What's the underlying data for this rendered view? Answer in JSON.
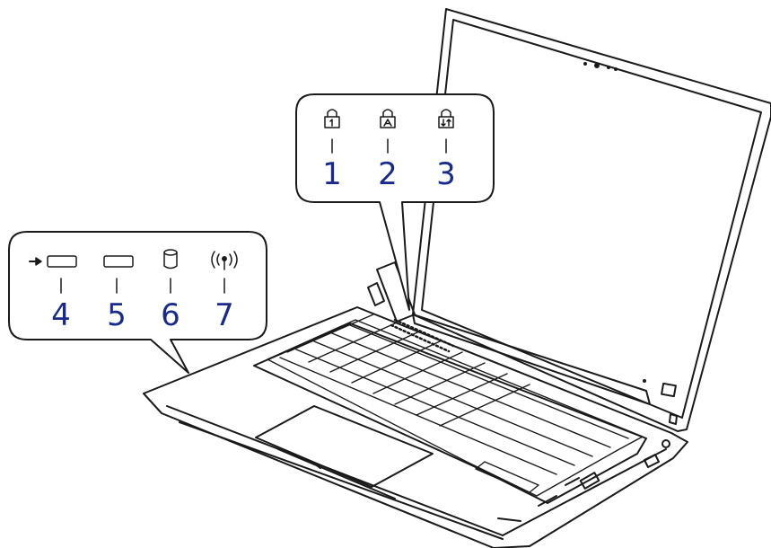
{
  "diagram": {
    "callout_top": {
      "indicators": [
        {
          "number": "1",
          "icon": "num-lock-icon"
        },
        {
          "number": "2",
          "icon": "caps-lock-icon"
        },
        {
          "number": "3",
          "icon": "scroll-lock-icon"
        }
      ]
    },
    "callout_left": {
      "indicators": [
        {
          "number": "4",
          "icon": "ac-power-icon"
        },
        {
          "number": "5",
          "icon": "battery-icon"
        },
        {
          "number": "6",
          "icon": "disk-access-icon"
        },
        {
          "number": "7",
          "icon": "wireless-icon"
        }
      ]
    },
    "colors": {
      "number_text": "#1a2a8c",
      "line": "#1a1a1a"
    }
  }
}
